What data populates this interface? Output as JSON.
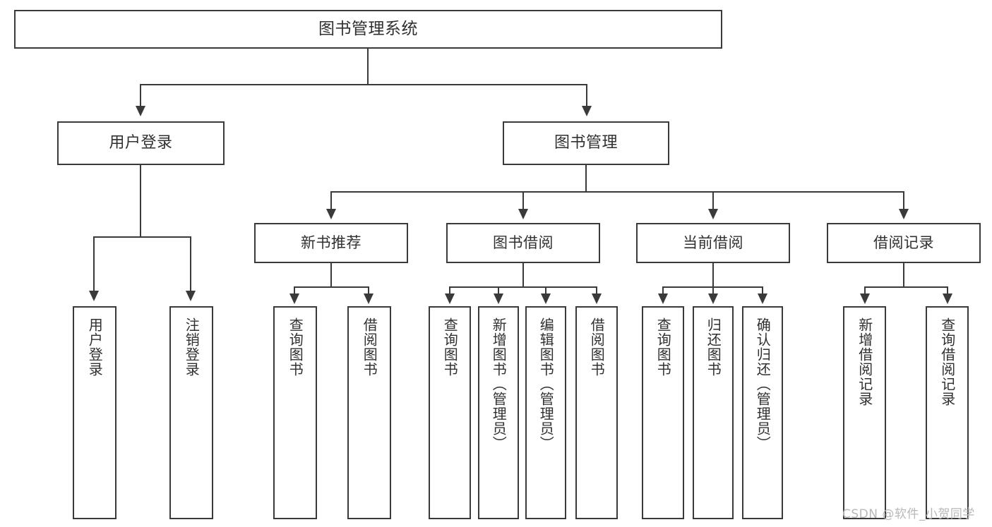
{
  "diagram": {
    "title": "图书管理系统",
    "type": "功能结构图",
    "root": {
      "label": "图书管理系统"
    },
    "level2": [
      {
        "label": "用户登录"
      },
      {
        "label": "图书管理"
      }
    ],
    "level3": [
      {
        "label": "新书推荐"
      },
      {
        "label": "图书借阅"
      },
      {
        "label": "当前借阅"
      },
      {
        "label": "借阅记录"
      }
    ],
    "leaves": {
      "user_login": [
        {
          "label": "用户登录"
        },
        {
          "label": "注销登录"
        }
      ],
      "new_book_recommend": [
        {
          "label": "查询图书"
        },
        {
          "label": "借阅图书"
        }
      ],
      "book_borrow": [
        {
          "label": "查询图书"
        },
        {
          "label": "新增图书（管理员）"
        },
        {
          "label": "编辑图书（管理员）"
        },
        {
          "label": "借阅图书"
        }
      ],
      "current_borrow": [
        {
          "label": "查询图书"
        },
        {
          "label": "归还图书"
        },
        {
          "label": "确认归还（管理员）"
        }
      ],
      "borrow_record": [
        {
          "label": "新增借阅记录"
        },
        {
          "label": "查询借阅记录"
        }
      ]
    }
  },
  "watermark": {
    "text": "CSDN @软件_小贺同学"
  },
  "colors": {
    "stroke": "#3a3a3a",
    "text": "#303030",
    "background": "#ffffff",
    "watermark": "#b8b8b8"
  }
}
